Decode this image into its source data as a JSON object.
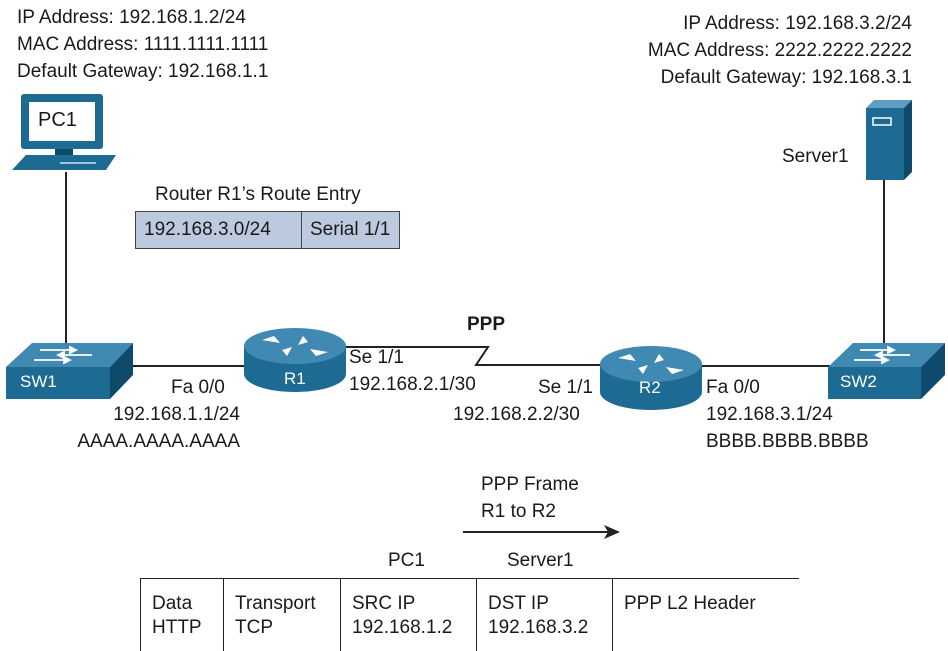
{
  "pc1": {
    "ip": "IP Address: 192.168.1.2/24",
    "mac": "MAC Address: 1111.1111.1111",
    "gateway": "Default Gateway: 192.168.1.1",
    "label": "PC1"
  },
  "server1": {
    "ip": "IP Address: 192.168.3.2/24",
    "mac": "MAC Address: 2222.2222.2222",
    "gateway": "Default Gateway: 192.168.3.1",
    "label": "Server1"
  },
  "route_entry": {
    "title": "Router R1’s Route Entry",
    "network": "192.168.3.0/24",
    "interface": "Serial 1/1"
  },
  "link_label": "PPP",
  "sw1": {
    "label": "SW1"
  },
  "sw2": {
    "label": "SW2"
  },
  "r1": {
    "label": "R1",
    "fa_if": "Fa 0/0",
    "fa_ip": "192.168.1.1/24",
    "fa_mac": "AAAA.AAAA.AAAA",
    "se_if": "Se 1/1",
    "se_ip": "192.168.2.1/30"
  },
  "r2": {
    "label": "R2",
    "se_if": "Se 1/1",
    "se_ip": "192.168.2.2/30",
    "fa_if": "Fa 0/0",
    "fa_ip": "192.168.3.1/24",
    "fa_mac": "BBBB.BBBB.BBBB"
  },
  "frame": {
    "title_line1": "PPP Frame",
    "title_line2": "R1 to R2",
    "src_owner": "PC1",
    "dst_owner": "Server1",
    "cells": {
      "data_l1": "Data",
      "data_l2": "HTTP",
      "transport_l1": "Transport",
      "transport_l2": "TCP",
      "src_l1": "SRC IP",
      "src_l2": "192.168.1.2",
      "dst_l1": "DST IP",
      "dst_l2": "192.168.3.2",
      "ppp_l1": "PPP L2 Header"
    }
  },
  "colors": {
    "device_blue": "#1d6a93",
    "device_dark": "#0e4a6c",
    "route_table_fill": "#bcc9de"
  }
}
